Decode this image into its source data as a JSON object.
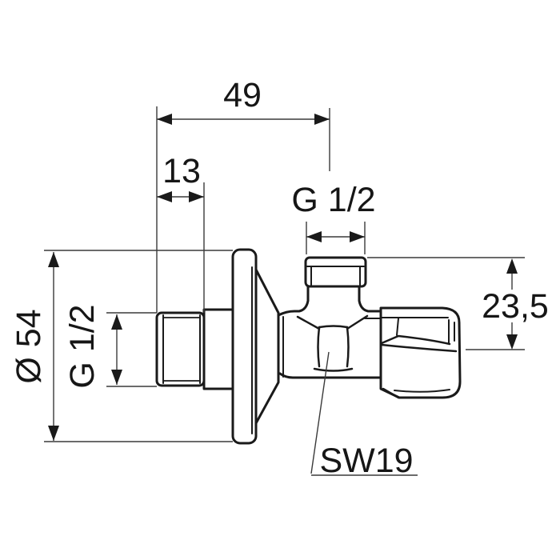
{
  "drawing": {
    "type": "technical-dimension-drawing",
    "subject": "angle-valve side view",
    "colors": {
      "background": "#ffffff",
      "part_line": "#1a1a1a",
      "dimension_line": "#3a3a3a",
      "text": "#161616"
    },
    "labels": {
      "total_width": "49",
      "inlet_offset": "13",
      "top_outlet_thread": "G 1/2",
      "inlet_thread": "G 1/2",
      "flange_diameter": "Ø 54",
      "outlet_height": "23,5",
      "wrench_size": "SW19"
    }
  }
}
